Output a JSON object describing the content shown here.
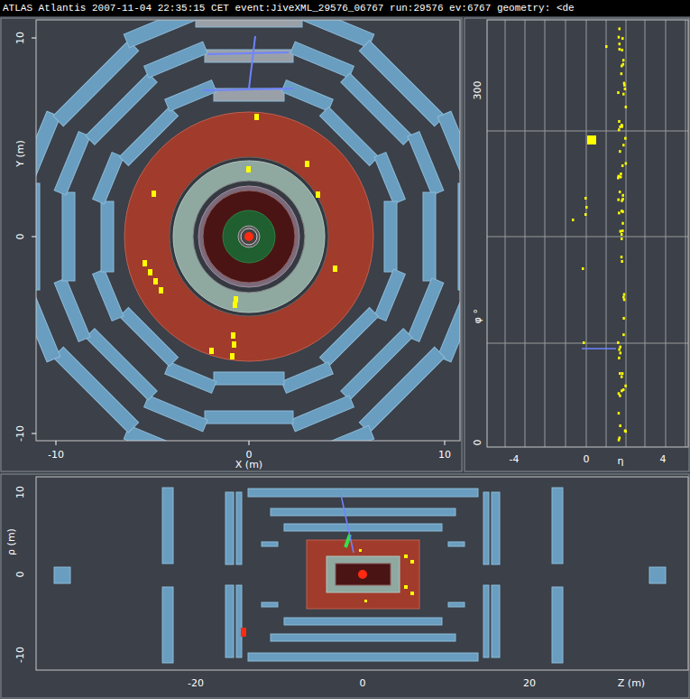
{
  "diagram": {
    "title": "ATLAS Atlantis  2007-11-04 22:35:15 CET  event:JiveXML_29576_06767 run:29576 ev:6767  geometry: <de",
    "labels": [
      "10",
      "0",
      "-10",
      "Y (m)",
      "-10",
      "0",
      "10",
      "X (m)",
      "300",
      "φ °",
      "0",
      "-4",
      "0",
      "η",
      "4",
      "10",
      "0",
      "-10",
      "ρ (m)",
      "-20",
      "0",
      "20",
      "Z (m)"
    ]
  }
}
